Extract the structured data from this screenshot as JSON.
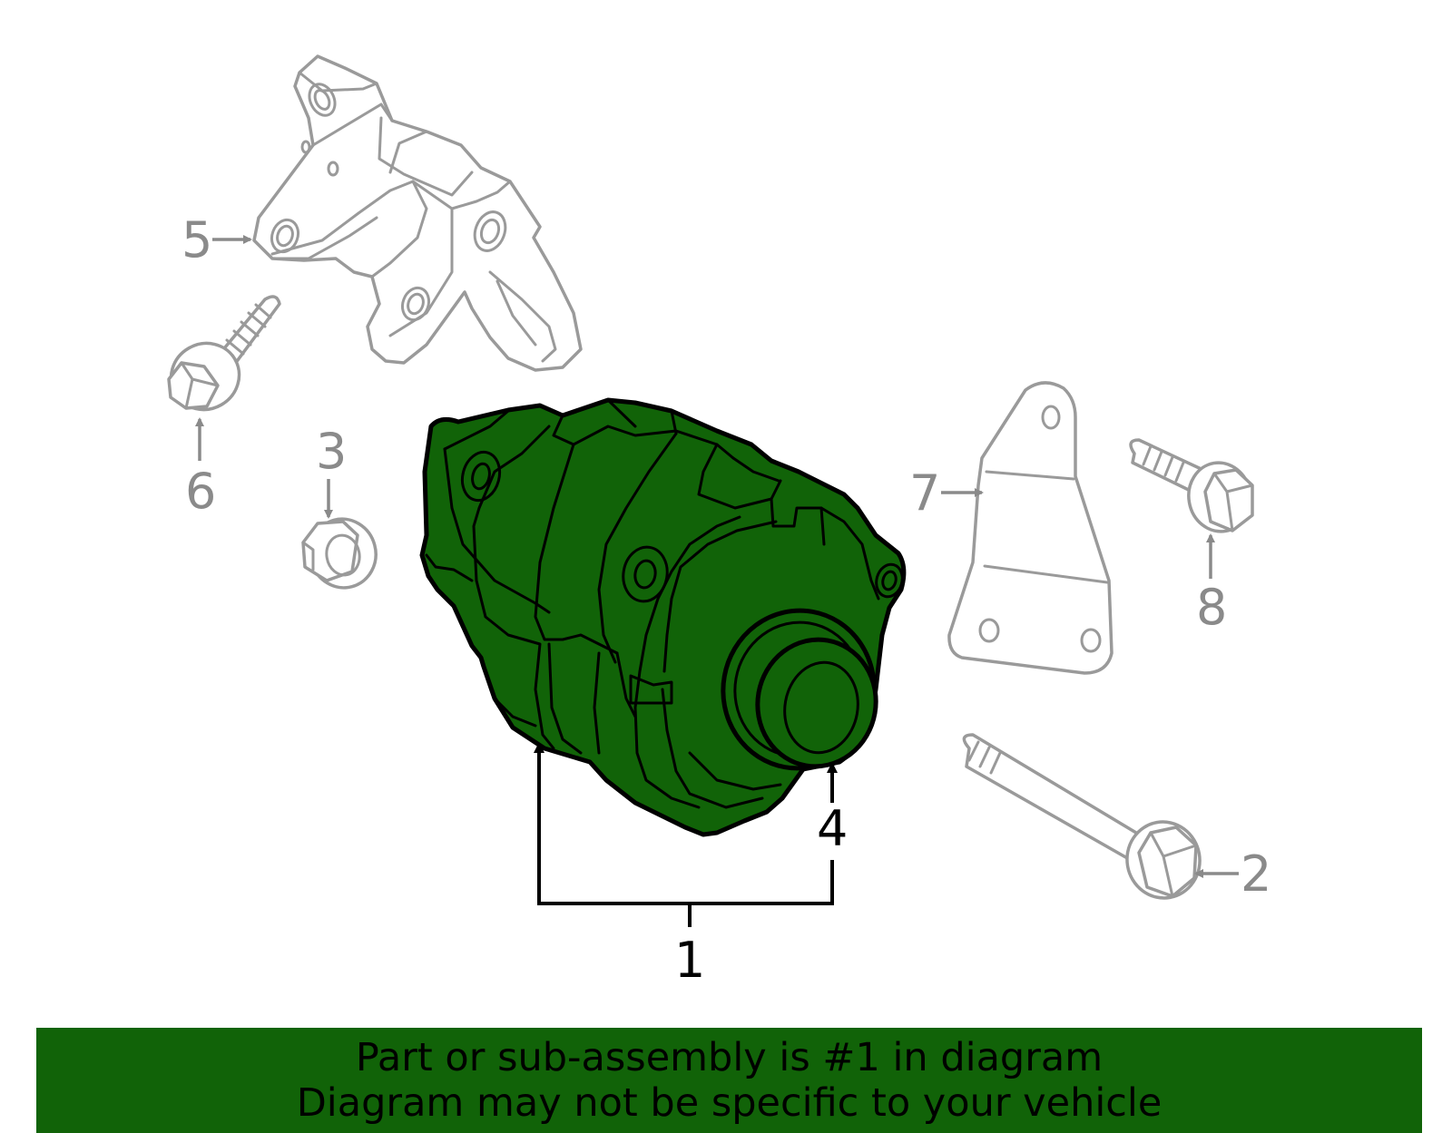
{
  "diagram": {
    "callouts": {
      "c1": "1",
      "c2": "2",
      "c3": "3",
      "c4": "4",
      "c5": "5",
      "c6": "6",
      "c7": "7",
      "c8": "8"
    },
    "colors": {
      "highlight": "#116308",
      "ghost_stroke": "#9a9a9a",
      "callout_gray": "#8a8a8a",
      "outline": "#000000"
    }
  },
  "banner": {
    "line1": "Part or sub-assembly is #1 in diagram",
    "line2": "Diagram may not be specific to your vehicle"
  }
}
